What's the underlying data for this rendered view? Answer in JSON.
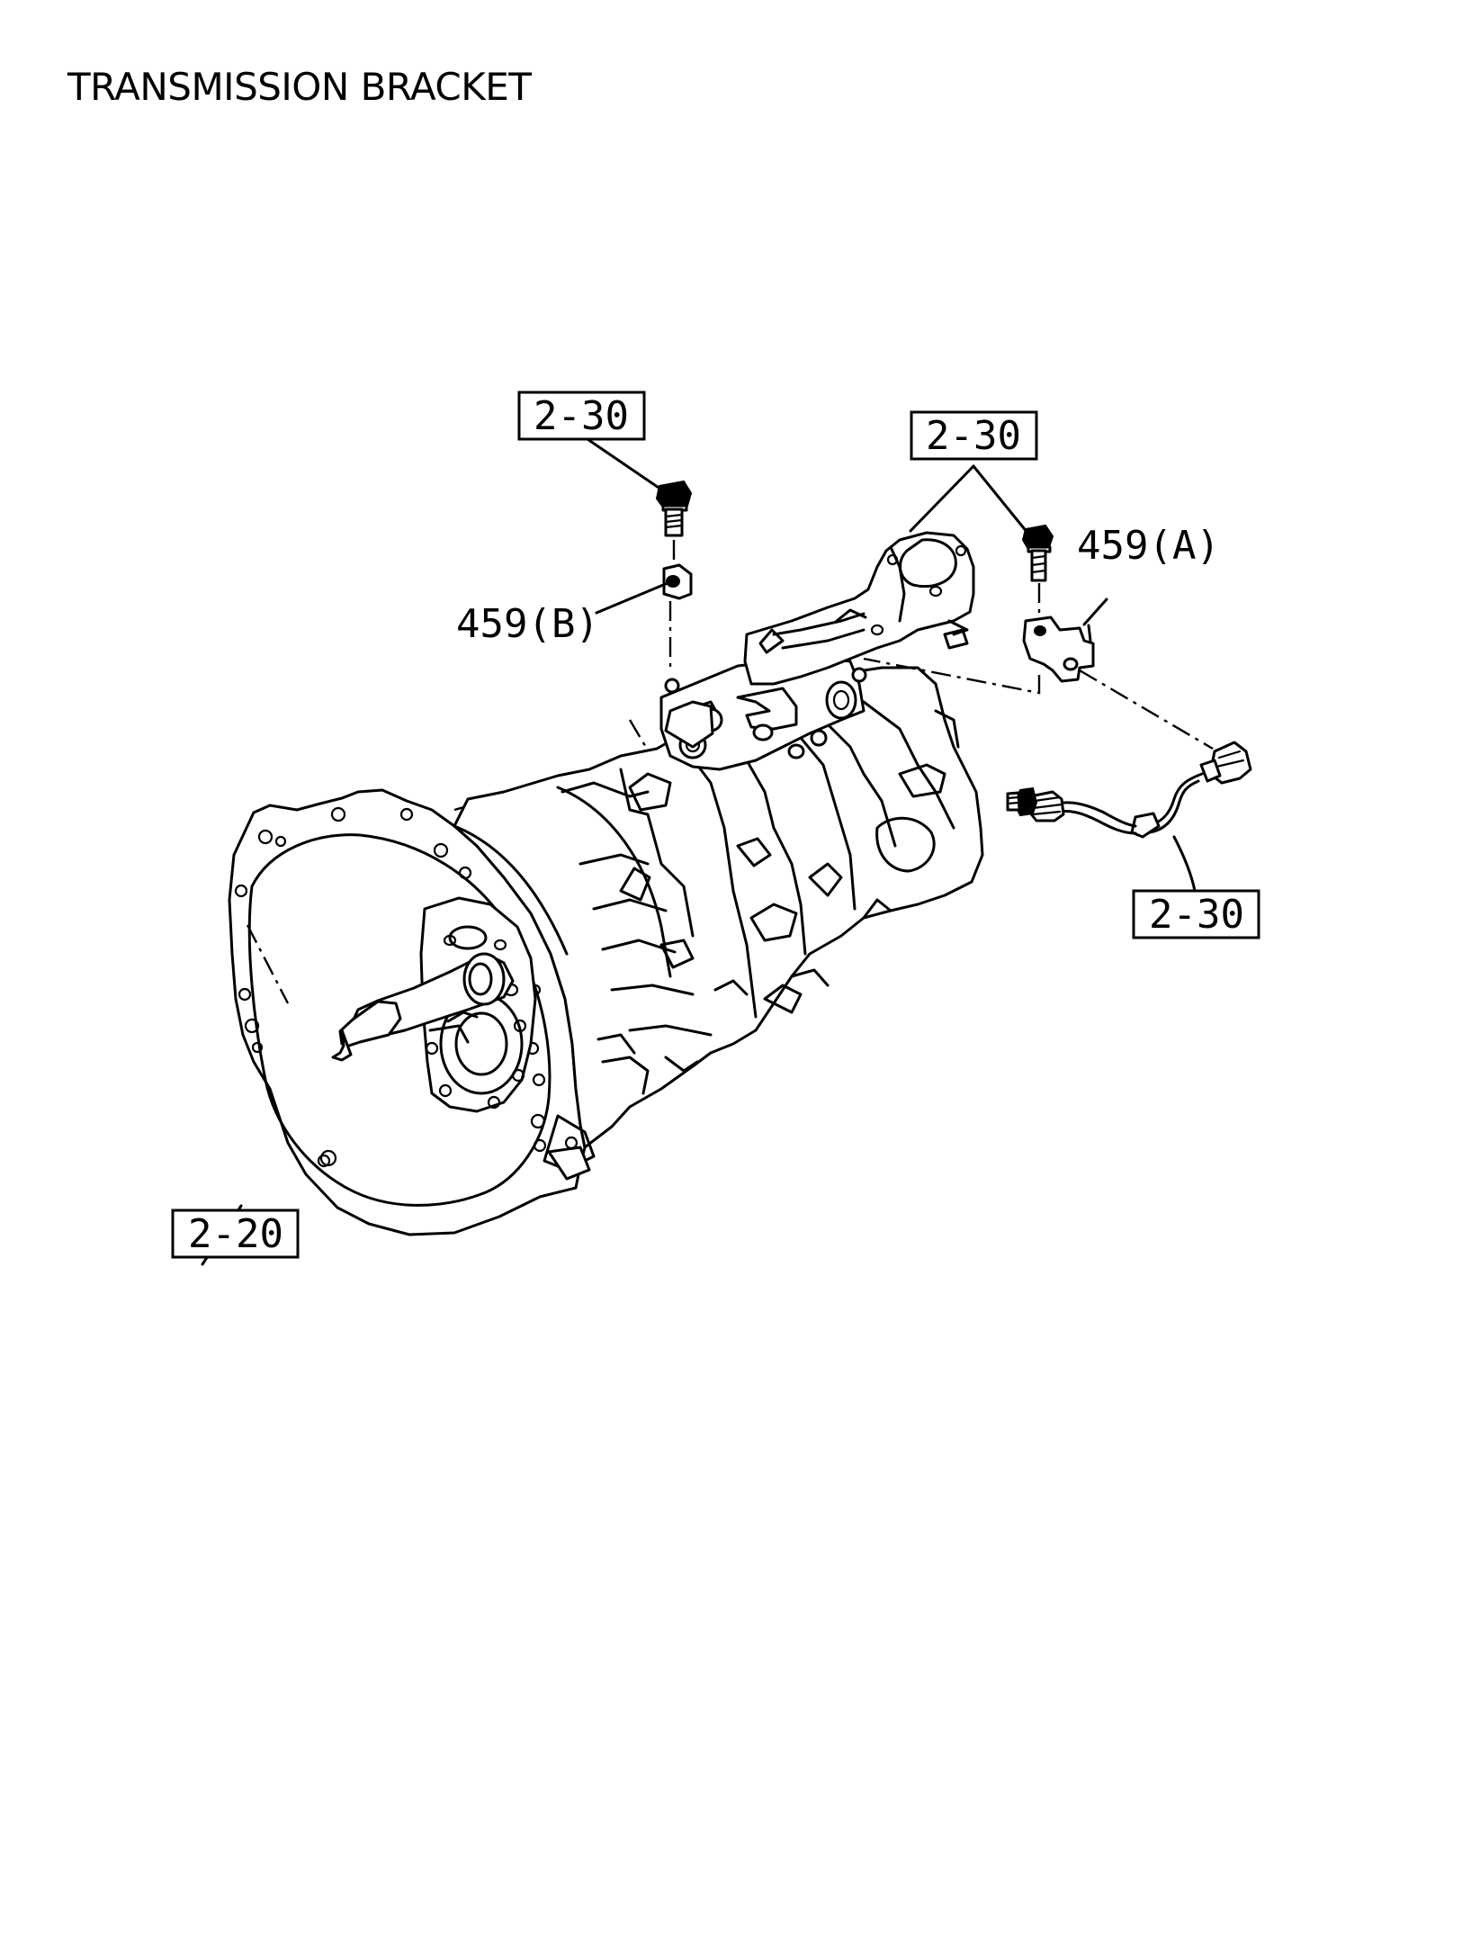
{
  "title": "TRANSMISSION BRACKET",
  "references": {
    "bolt_left": "2-30",
    "bracket_top": "2-30",
    "sensor": "2-30",
    "transmission": "2-20"
  },
  "parts": {
    "bracket_b": "459(B)",
    "bracket_a": "459(A)"
  }
}
